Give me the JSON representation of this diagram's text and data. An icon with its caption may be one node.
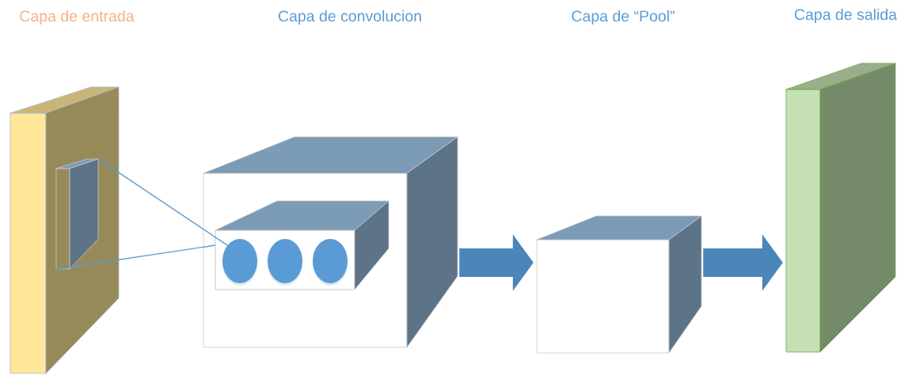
{
  "diagram": {
    "nodes": [
      {
        "text": [],
        "shape": "box"
      },
      {
        "text": [],
        "shape": "box",
        "in": 0
      },
      {
        "text": [],
        "shape": "box"
      },
      {
        "text": [],
        "shape": "box",
        "in": 2
      },
      {
        "text": [],
        "shape": "circle",
        "in": 3
      },
      {
        "text": [],
        "shape": "circle",
        "in": 3
      },
      {
        "text": [],
        "shape": "circle",
        "in": 3
      },
      {
        "text": [],
        "shape": "box"
      },
      {
        "text": [],
        "shape": "box"
      }
    ],
    "labels": [
      "Capa de entrada",
      "Capa de convolucion",
      "Capa de “Pool”",
      "Capa de salida"
    ],
    "edges": [
      {
        "from": 1,
        "to": 4,
        "arrow": "none"
      },
      {
        "from": 1,
        "to": 3,
        "arrow": "none"
      },
      {
        "from": 2,
        "to": 7,
        "arrow": "to",
        "style": "thick"
      },
      {
        "from": 7,
        "to": 8,
        "arrow": "to",
        "style": "thick"
      }
    ]
  }
}
